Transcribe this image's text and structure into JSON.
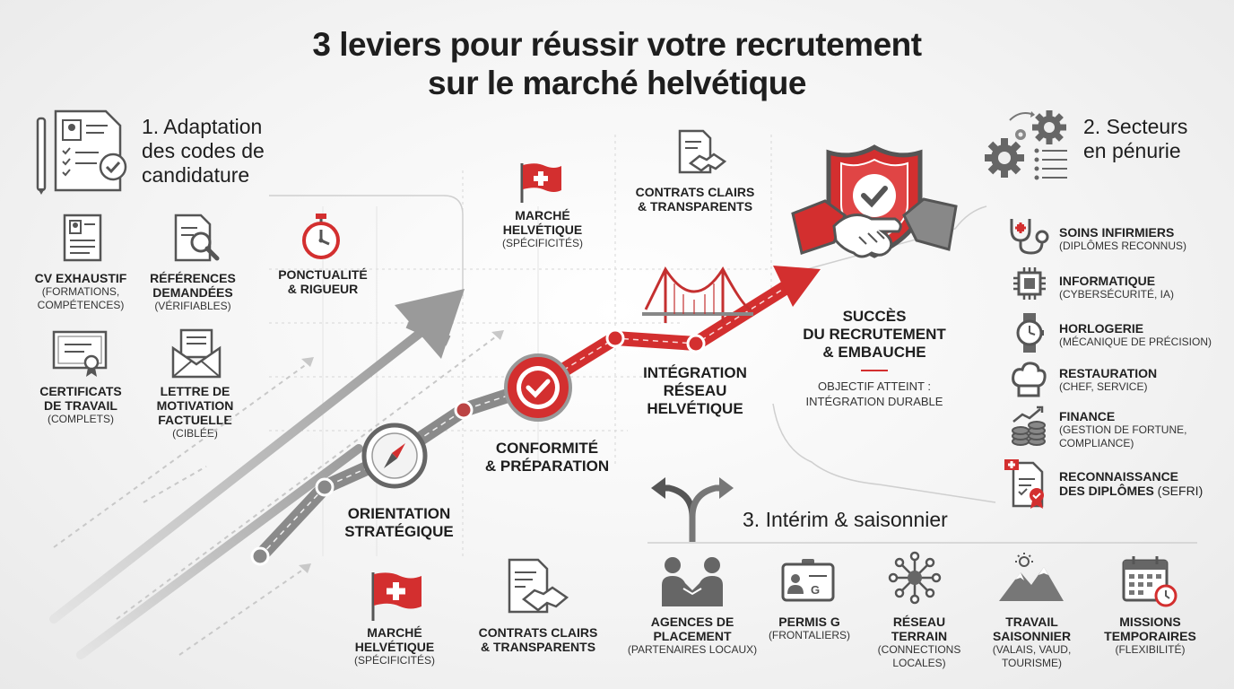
{
  "title": {
    "line1": "3 leviers pour réussir votre recrutement",
    "line2": "sur le marché helvétique"
  },
  "section1": {
    "heading": [
      "1. Adaptation",
      "des codes de",
      "candidature"
    ],
    "items": [
      {
        "label": [
          "CV EXHAUSTIF"
        ],
        "sub": [
          "(FORMATIONS,",
          "COMPÉTENCES)"
        ]
      },
      {
        "label": [
          "RÉFÉRENCES",
          "DEMANDÉES"
        ],
        "sub": [
          "(VÉRIFIABLES)"
        ]
      },
      {
        "label": [
          "PONCTUALITÉ",
          "& RIGUEUR"
        ],
        "sub": []
      },
      {
        "label": [
          "CERTIFICATS",
          "DE TRAVAIL"
        ],
        "sub": [
          "(COMPLETS)"
        ]
      },
      {
        "label": [
          "LETTRE DE",
          "MOTIVATION",
          "FACTUELLE"
        ],
        "sub": [
          "(CIBLÉE)"
        ]
      }
    ]
  },
  "path": {
    "marche_top": {
      "label": [
        "MARCHÉ",
        "HELVÉTIQUE"
      ],
      "sub": [
        "(SPÉCIFICITÉS)"
      ]
    },
    "contrats_top": {
      "label": [
        "CONTRATS CLAIRS",
        "& TRANSPARENTS"
      ]
    },
    "integration": {
      "label": [
        "INTÉGRATION",
        "RÉSEAU",
        "HELVÉTIQUE"
      ]
    },
    "conformite": {
      "label": [
        "CONFORMITÉ",
        "& PRÉPARATION"
      ]
    },
    "orientation": {
      "label": [
        "ORIENTATION",
        "STRATÉGIQUE"
      ]
    },
    "marche_bottom": {
      "label": [
        "MARCHÉ",
        "HELVÉTIQUE"
      ],
      "sub": [
        "(SPÉCIFICITÉS)"
      ]
    },
    "contrats_bottom": {
      "label": [
        "CONTRATS CLAIRS",
        "& TRANSPARENTS"
      ]
    }
  },
  "success": {
    "label": [
      "SUCCÈS",
      "DU RECRUTEMENT",
      "& EMBAUCHE"
    ],
    "sub": [
      "OBJECTIF ATTEINT :",
      "INTÉGRATION DURABLE"
    ]
  },
  "section2": {
    "heading": [
      "2. Secteurs",
      "en pénurie"
    ],
    "items": [
      {
        "label": "SOINS INFIRMIERS",
        "sub": [
          "(DIPLÔMES RECONNUS)"
        ],
        "icon": "stethoscope-icon"
      },
      {
        "label": "INFORMATIQUE",
        "sub": [
          "(CYBERSÉCURITÉ, IA)"
        ],
        "icon": "chip-icon"
      },
      {
        "label": "HORLOGERIE",
        "sub": [
          "(MÉCANIQUE DE PRÉCISION)"
        ],
        "icon": "watch-icon"
      },
      {
        "label": "RESTAURATION",
        "sub": [
          "(CHEF, SERVICE)"
        ],
        "icon": "chef-hat-icon"
      },
      {
        "label": "FINANCE",
        "sub": [
          "(GESTION DE FORTUNE,",
          "COMPLIANCE)"
        ],
        "icon": "coins-icon"
      },
      {
        "label": "RECONNAISSANCE",
        "label2": "DES DIPLÔMES",
        "label2_suffix": " (SEFRI)",
        "icon": "certificate-icon"
      }
    ]
  },
  "section3": {
    "heading": "3. Intérim & saisonnier",
    "items": [
      {
        "label": [
          "AGENCES DE",
          "PLACEMENT"
        ],
        "sub": [
          "(PARTENAIRES LOCAUX)"
        ],
        "icon": "handshake-people-icon"
      },
      {
        "label": [
          "PERMIS G"
        ],
        "sub": [
          "(FRONTALIERS)"
        ],
        "icon": "id-badge-icon"
      },
      {
        "label": [
          "RÉSEAU",
          "TERRAIN"
        ],
        "sub": [
          "(CONNECTIONS",
          "LOCALES)"
        ],
        "icon": "network-icon"
      },
      {
        "label": [
          "TRAVAIL",
          "SAISONNIER"
        ],
        "sub": [
          "(VALAIS, VAUD,",
          "TOURISME)"
        ],
        "icon": "mountain-icon"
      },
      {
        "label": [
          "MISSIONS",
          "TEMPORAIRES"
        ],
        "sub": [
          "(FLEXIBILITÉ)"
        ],
        "icon": "calendar-icon"
      }
    ]
  },
  "colors": {
    "accent": "#d32f2f",
    "dark": "#555555",
    "grey": "#9a9a9a"
  }
}
